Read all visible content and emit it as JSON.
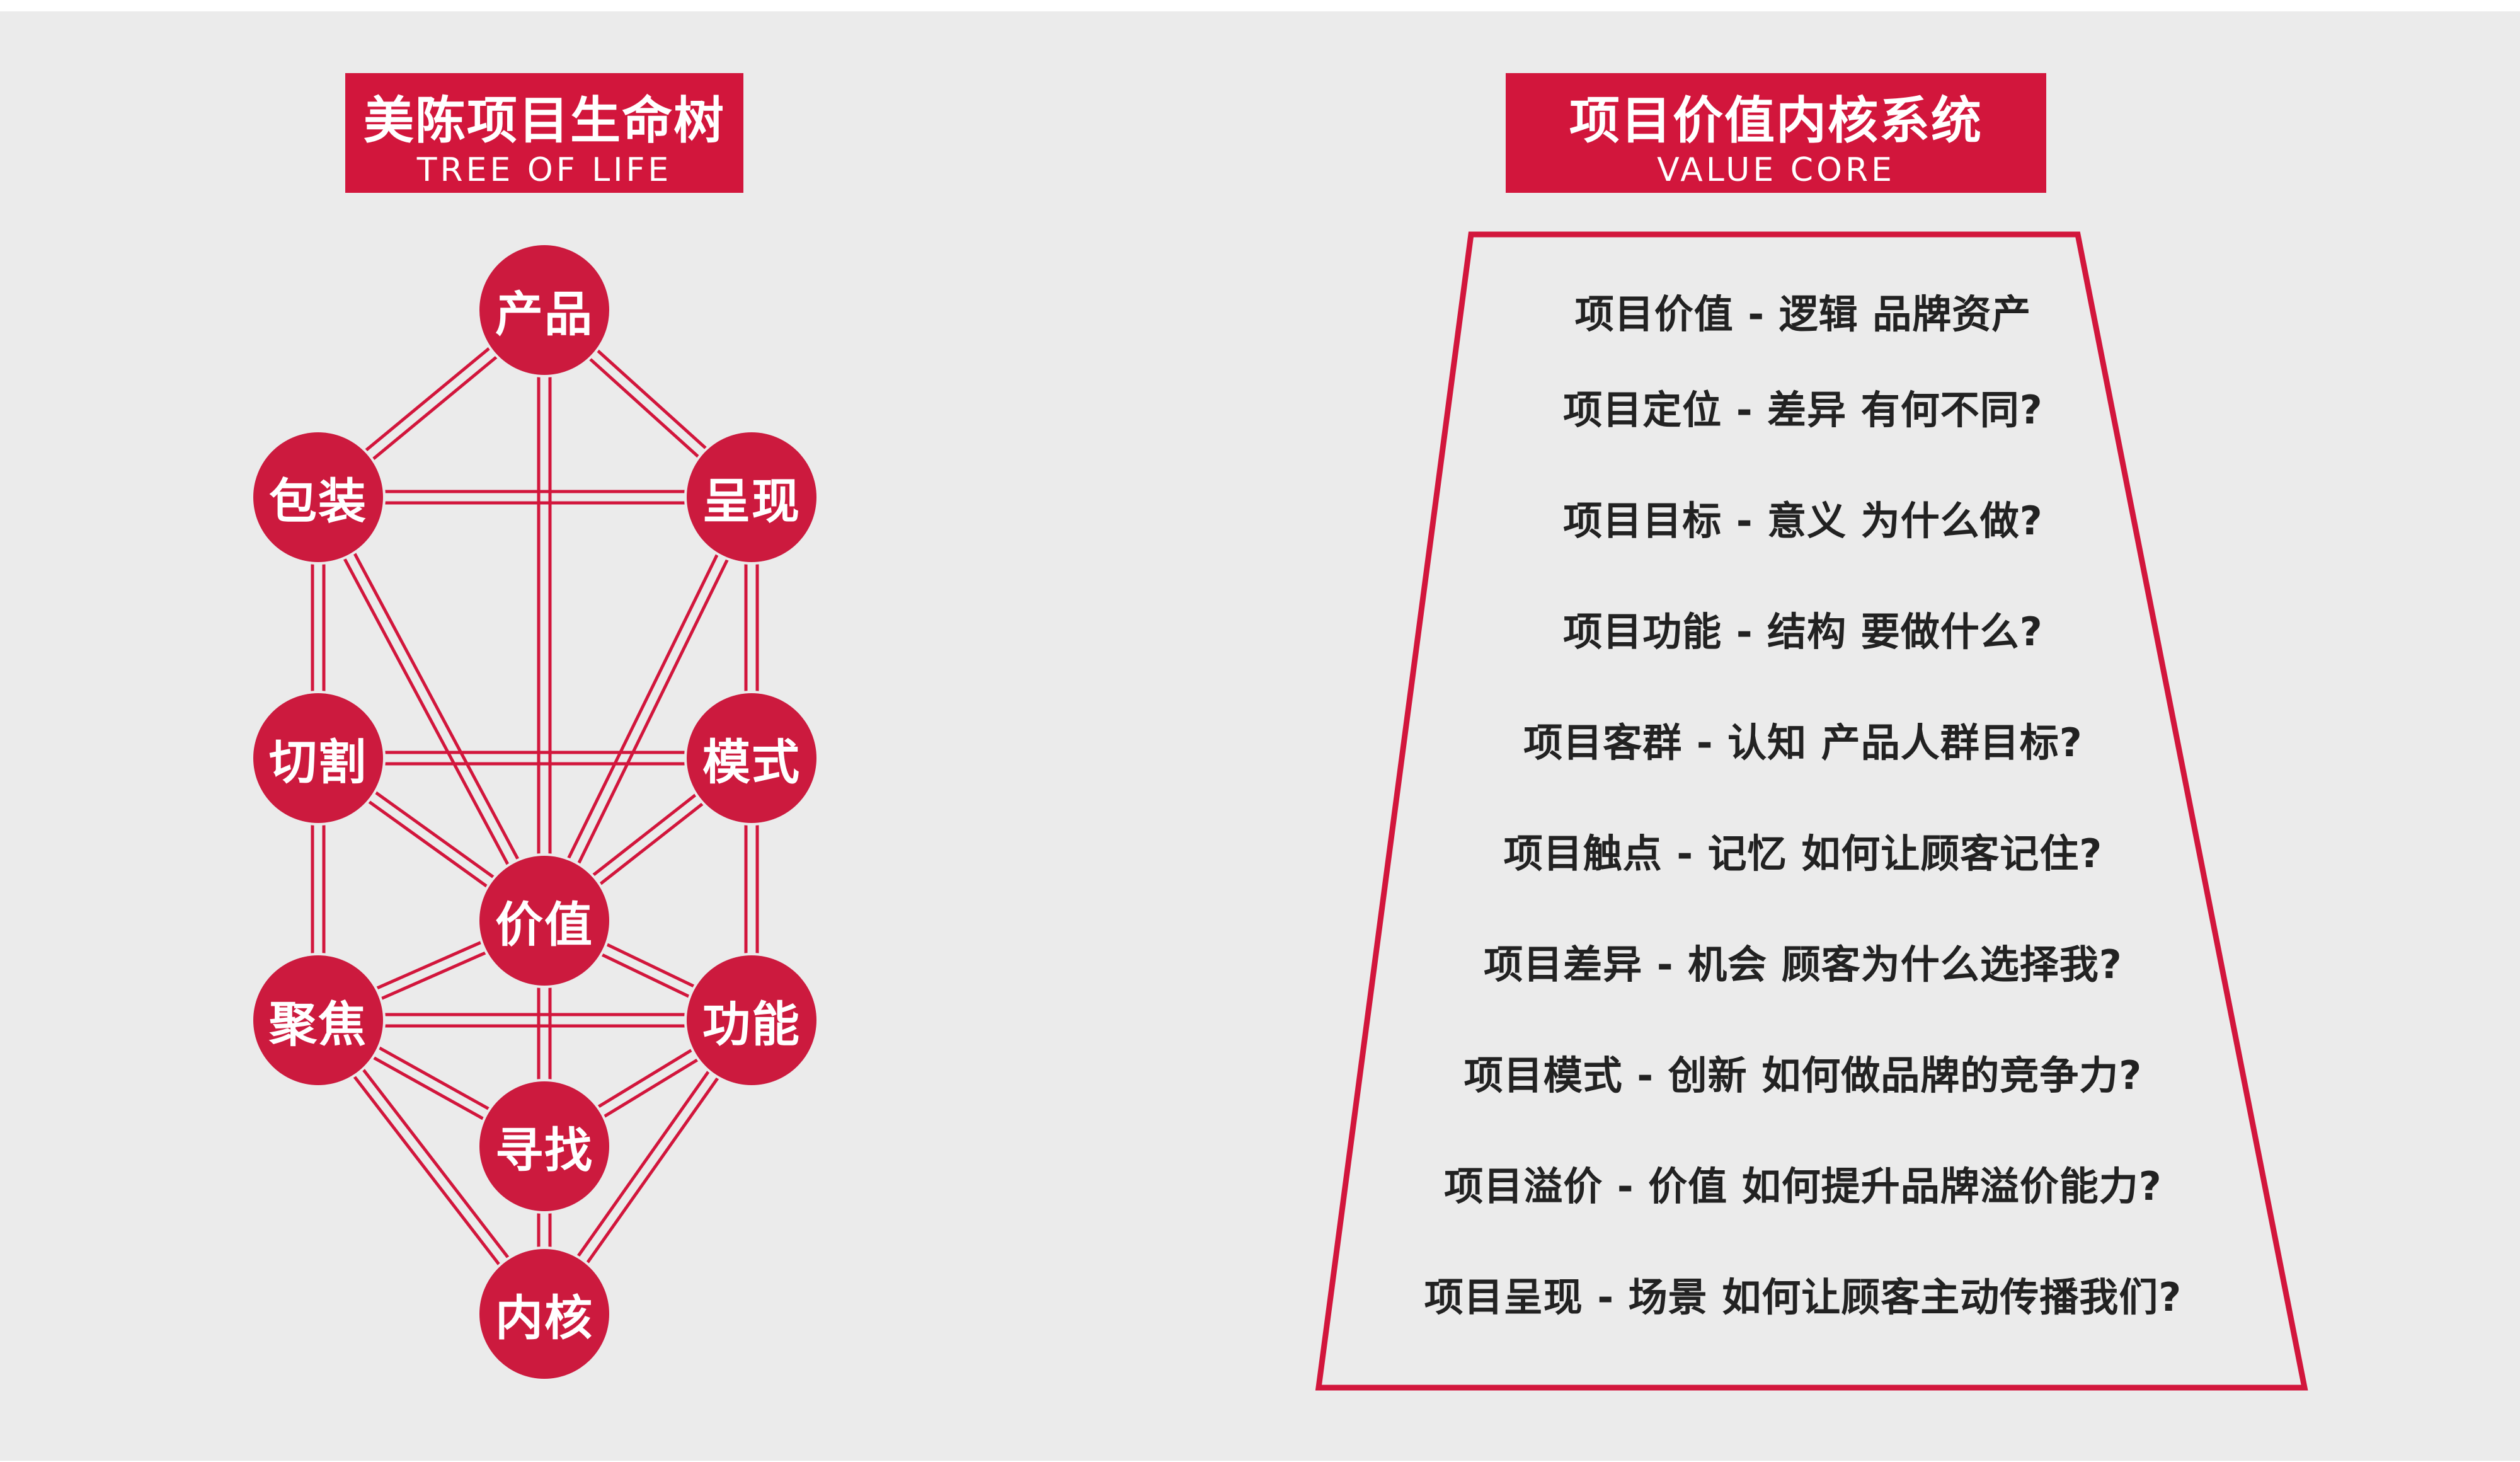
{
  "tree": {
    "title_cn": "美陈项目生命树",
    "title_en": "TREE OF LIFE",
    "nodes": {
      "product": "产品",
      "packaging": "包装",
      "presentation": "呈现",
      "cutting": "切割",
      "mode": "模式",
      "value": "价值",
      "focus": "聚焦",
      "function": "功能",
      "seek": "寻找",
      "core": "内核"
    }
  },
  "value_core": {
    "title_cn": "项目价值内核系统",
    "title_en": "VALUE CORE",
    "items": [
      "项目价值 - 逻辑  品牌资产",
      "项目定位 - 差异  有何不同?",
      "项目目标 - 意义  为什么做?",
      "项目功能 - 结构  要做什么?",
      "项目客群 - 认知  产品人群目标?",
      "项目触点 - 记忆  如何让顾客记住?",
      "项目差异 - 机会  顾客为什么选择我?",
      "项目模式 - 创新  如何做品牌的竞争力?",
      "项目溢价 - 价值  如何提升品牌溢价能力?",
      "项目呈现 - 场景  如何让顾客主动传播我们?"
    ]
  },
  "colors": {
    "accent": "#d2163c",
    "node": "#cc1a3e",
    "background": "#ebebeb",
    "text": "#222222"
  }
}
